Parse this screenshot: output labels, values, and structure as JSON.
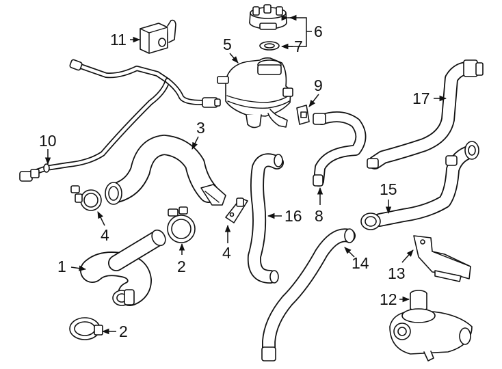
{
  "diagram": {
    "line_color": "#111111",
    "background": "#ffffff",
    "callouts": [
      {
        "id": "c1",
        "label": "1"
      },
      {
        "id": "c2a",
        "label": "2"
      },
      {
        "id": "c2b",
        "label": "2"
      },
      {
        "id": "c3",
        "label": "3"
      },
      {
        "id": "c4a",
        "label": "4"
      },
      {
        "id": "c4b",
        "label": "4"
      },
      {
        "id": "c5",
        "label": "5"
      },
      {
        "id": "c6",
        "label": "6"
      },
      {
        "id": "c7",
        "label": "7"
      },
      {
        "id": "c8",
        "label": "8"
      },
      {
        "id": "c9",
        "label": "9"
      },
      {
        "id": "c10",
        "label": "10"
      },
      {
        "id": "c11",
        "label": "11"
      },
      {
        "id": "c12",
        "label": "12"
      },
      {
        "id": "c13",
        "label": "13"
      },
      {
        "id": "c14",
        "label": "14"
      },
      {
        "id": "c15",
        "label": "15"
      },
      {
        "id": "c16",
        "label": "16"
      },
      {
        "id": "c17",
        "label": "17"
      }
    ]
  }
}
